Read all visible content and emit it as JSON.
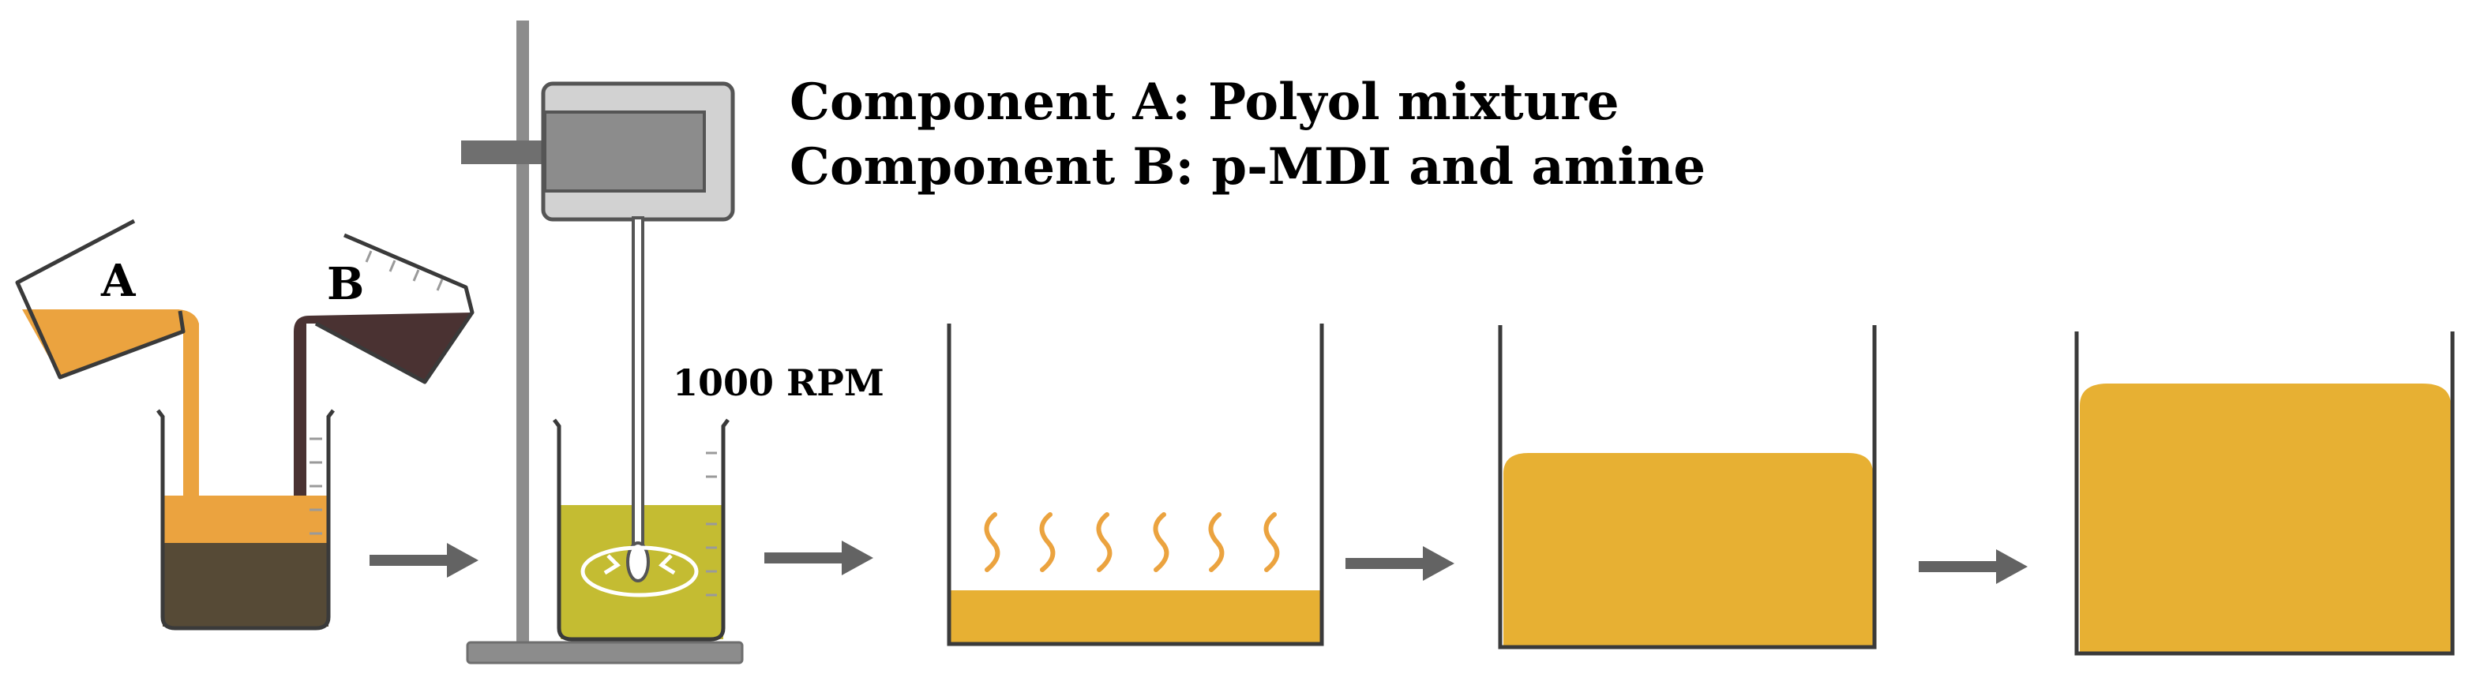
{
  "legend": {
    "component_a": "Component A: Polyol mixture",
    "component_b": "Component B: p-MDI and amine"
  },
  "beakers": {
    "a_label": "A",
    "b_label": "B"
  },
  "mixer": {
    "speed_label": "1000 RPM"
  },
  "colors": {
    "component_a": "#EBA33F",
    "component_b": "#4A3232",
    "mixed_bottom": "#564A36",
    "stirred_mix": "#C4BC32",
    "foam": "#E7B033",
    "arrow": "#636363",
    "stand": "#8C8C8C"
  },
  "steps": [
    "pouring-components",
    "mechanical-stirring",
    "foam-rising",
    "foam-expanding",
    "foam-fully-risen"
  ]
}
